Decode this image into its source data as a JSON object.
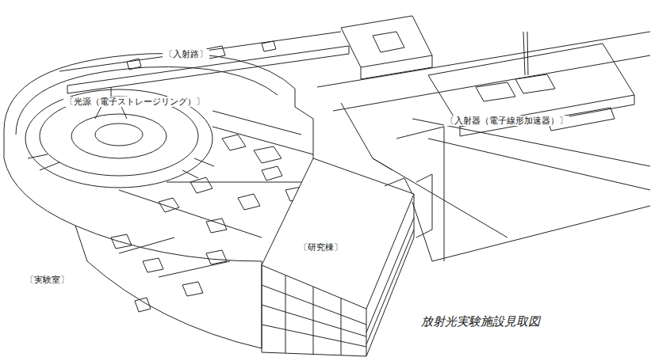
{
  "diagram": {
    "caption": "放射光実験施設見取図",
    "labels": [
      "〔入射路〕",
      "〔光源（電子ストレージリング）〕",
      "〔入射器（電子線形加速器）〕",
      "〔研究棟〕",
      "〔実験室〕"
    ]
  }
}
